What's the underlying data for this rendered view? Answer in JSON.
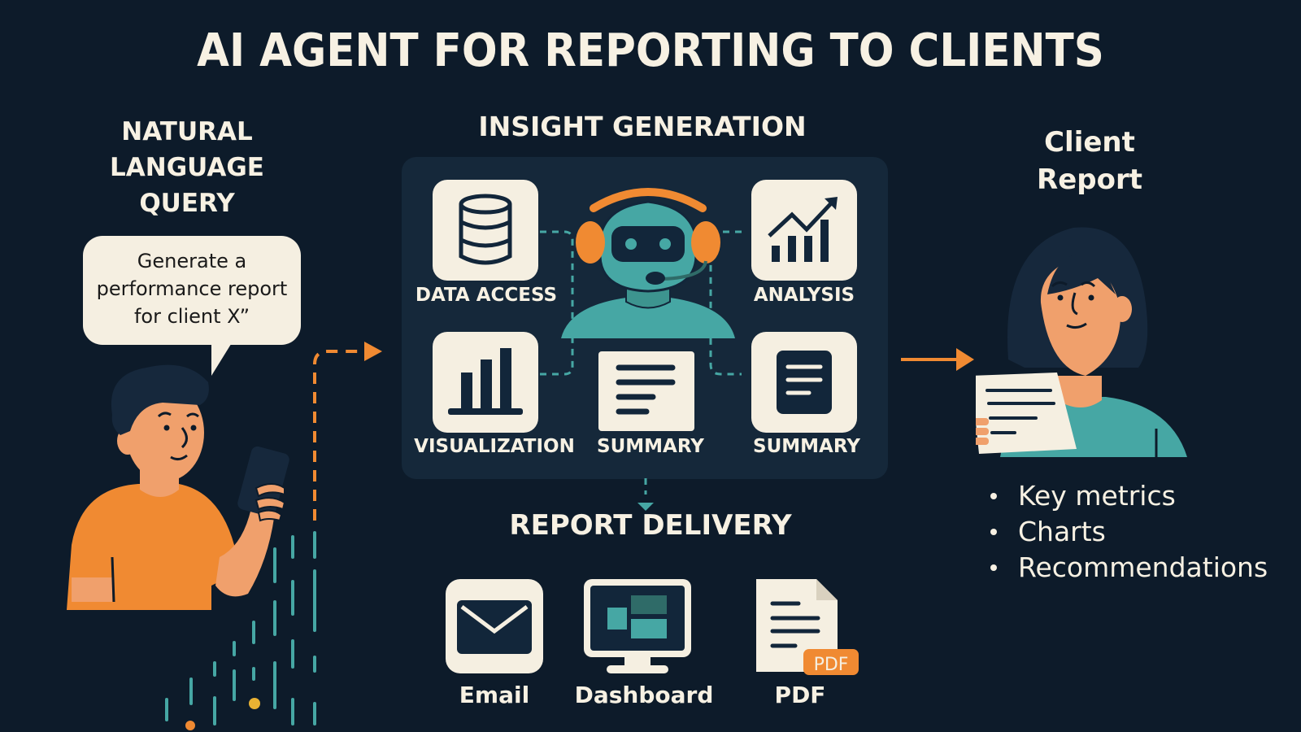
{
  "title": "AI AGENT FOR REPORTING TO CLIENTS",
  "colors": {
    "background": "#0d1b2a",
    "panel": "#15283a",
    "cream": "#f5efe1",
    "teal": "#46a7a4",
    "orange": "#f08a32",
    "skin": "#f0a06c",
    "dark_navy": "#12263a"
  },
  "query_section": {
    "heading_lines": [
      "NATURAL",
      "LANGUAGE",
      "QUERY"
    ],
    "bubble_lines": [
      "Generate a",
      "performance report",
      "for client X”"
    ],
    "person_icon": "man-with-phone-icon"
  },
  "insight_section": {
    "heading": "INSIGHT GENERATION",
    "agent_icon": "robot-headset-icon",
    "tiles": [
      {
        "label": "DATA ACCESS",
        "icon": "database-icon"
      },
      {
        "label": "ANALYSIS",
        "icon": "trend-chart-icon"
      },
      {
        "label": "VISUALIZATION",
        "icon": "bar-chart-icon"
      },
      {
        "label": "SUMMARY",
        "icon": "document-lines-icon"
      },
      {
        "label": "SUMMARY",
        "icon": "summary-card-icon"
      }
    ]
  },
  "delivery_section": {
    "heading": "REPORT DELIVERY",
    "channels": [
      {
        "label": "Email",
        "icon": "envelope-icon"
      },
      {
        "label": "Dashboard",
        "icon": "monitor-dashboard-icon"
      },
      {
        "label": "PDF",
        "icon": "pdf-file-icon",
        "badge": "PDF"
      }
    ]
  },
  "client_section": {
    "heading_lines": [
      "Client",
      "Report"
    ],
    "person_icon": "woman-reading-report-icon",
    "bullets": [
      "Key metrics",
      "Charts",
      "Recommendations"
    ]
  }
}
